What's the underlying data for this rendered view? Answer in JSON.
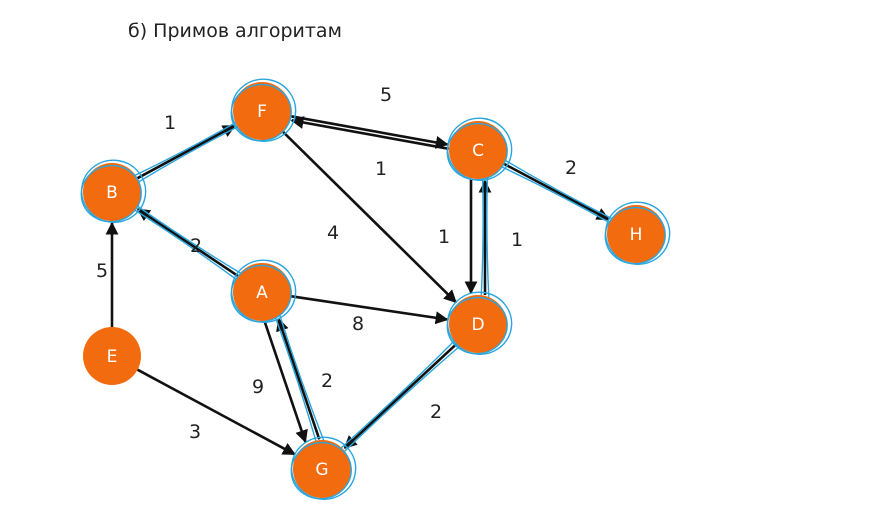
{
  "title": "б) Примов алгоритам",
  "colors": {
    "node": "#f26b0f",
    "edge": "#111111",
    "highlight": "#2aa6de",
    "label": "#ffffff"
  },
  "nodes": [
    {
      "id": "F",
      "label": "F"
    },
    {
      "id": "C",
      "label": "C"
    },
    {
      "id": "B",
      "label": "B"
    },
    {
      "id": "H",
      "label": "H"
    },
    {
      "id": "A",
      "label": "A"
    },
    {
      "id": "D",
      "label": "D"
    },
    {
      "id": "E",
      "label": "E"
    },
    {
      "id": "G",
      "label": "G"
    }
  ],
  "edges": [
    {
      "from": "B",
      "to": "F",
      "weight": "1",
      "selected": true
    },
    {
      "from": "C",
      "to": "F",
      "weight": "5",
      "selected": false
    },
    {
      "from": "F",
      "to": "C",
      "weight": "1",
      "selected": false
    },
    {
      "from": "F",
      "to": "D",
      "weight": "4",
      "selected": false
    },
    {
      "from": "C",
      "to": "H",
      "weight": "2",
      "selected": true
    },
    {
      "from": "D",
      "to": "C",
      "weight": "1",
      "selected": true
    },
    {
      "from": "C",
      "to": "D",
      "weight": "1",
      "selected": false
    },
    {
      "from": "A",
      "to": "B",
      "weight": "2",
      "selected": true
    },
    {
      "from": "E",
      "to": "B",
      "weight": "5",
      "selected": false
    },
    {
      "from": "A",
      "to": "D",
      "weight": "8",
      "selected": false
    },
    {
      "from": "A",
      "to": "G",
      "weight": "9",
      "selected": false
    },
    {
      "from": "G",
      "to": "A",
      "weight": "2",
      "selected": true
    },
    {
      "from": "E",
      "to": "G",
      "weight": "3",
      "selected": false
    },
    {
      "from": "D",
      "to": "G",
      "weight": "2",
      "selected": true
    }
  ]
}
